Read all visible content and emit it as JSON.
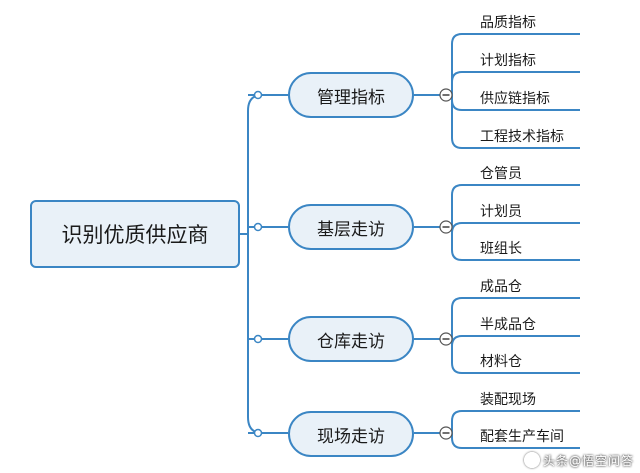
{
  "root": {
    "label": "识别优质供应商"
  },
  "branches": [
    {
      "label": "管理指标",
      "items": [
        "品质指标",
        "计划指标",
        "供应链指标",
        "工程技术指标"
      ]
    },
    {
      "label": "基层走访",
      "items": [
        "仓管员",
        "计划员",
        "班组长"
      ]
    },
    {
      "label": "仓库走访",
      "items": [
        "成品仓",
        "半成品仓",
        "材料仓"
      ]
    },
    {
      "label": "现场走访",
      "items": [
        "装配现场",
        "配套生产车间"
      ]
    }
  ],
  "watermark": {
    "text": "头条@悟空问答"
  },
  "colors": {
    "line": "#3b86c4",
    "node_fill": "#e9f1f8",
    "node_border": "#3b86c4"
  },
  "icons": {
    "collapse": "minus-circle-icon",
    "connector": "hollow-dot-icon"
  }
}
